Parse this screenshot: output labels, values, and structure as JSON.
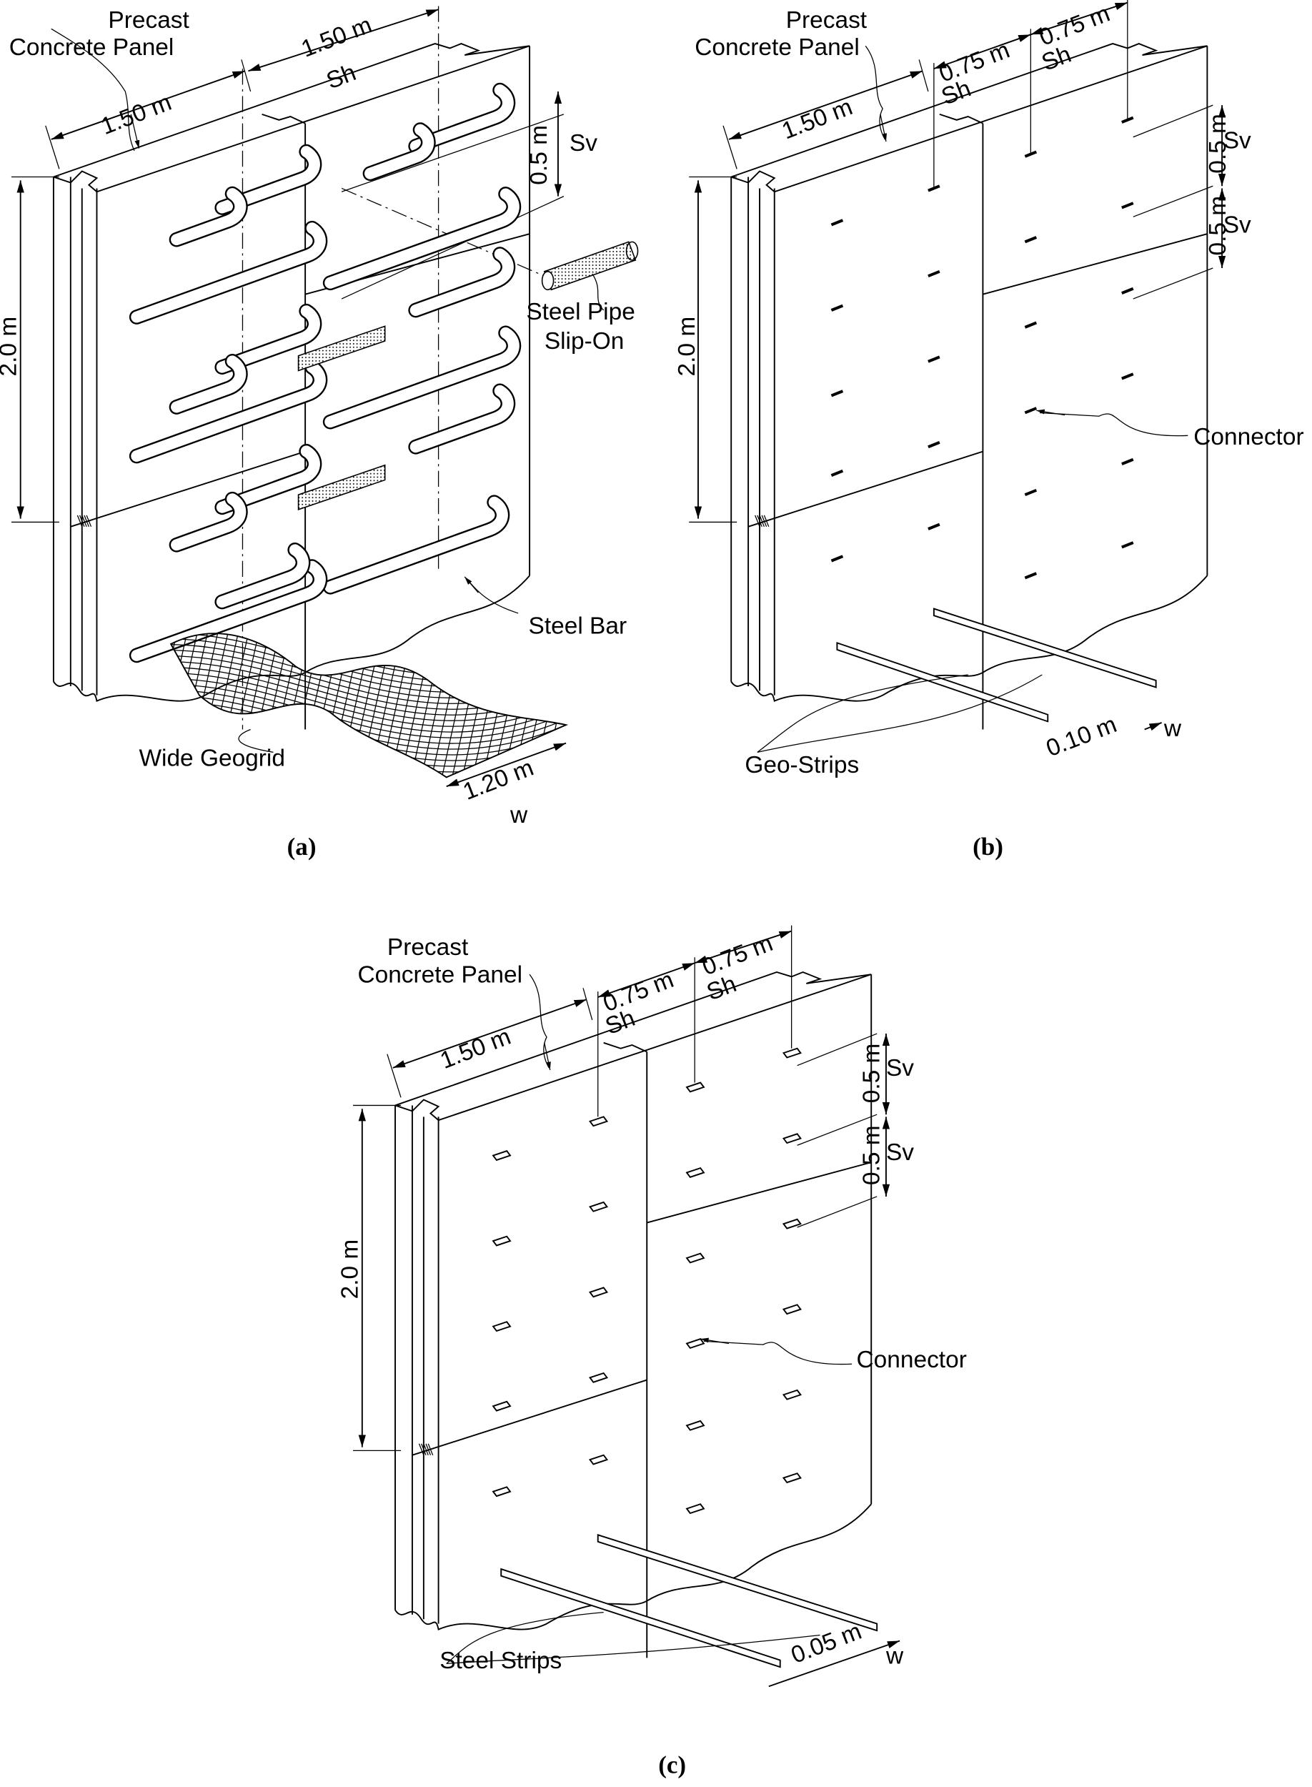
{
  "figures": {
    "a": {
      "caption": "(a)",
      "panel_label_1": "Precast",
      "panel_label_2": "Concrete Panel",
      "width_dim": "1.50 m",
      "sh_dim": "1.50 m",
      "sh_label": "Sh",
      "sv_dim": "0.5 m",
      "sv_label": "Sv",
      "height_dim": "2.0 m",
      "pipe_label_1": "Steel Pipe",
      "pipe_label_2": "Slip-On",
      "bar_label": "Steel Bar",
      "geogrid_label": "Wide Geogrid",
      "w_dim": "1.20 m",
      "w_label": "w"
    },
    "b": {
      "caption": "(b)",
      "panel_label_1": "Precast",
      "panel_label_2": "Concrete Panel",
      "width_dim": "1.50 m",
      "sh_dim_1": "0.75 m",
      "sh_label_1": "Sh",
      "sh_dim_2": "0.75 m",
      "sh_label_2": "Sh",
      "sv_dim_1": "0.5 m",
      "sv_label_1": "Sv",
      "sv_dim_2": "0.5 m",
      "sv_label_2": "Sv",
      "height_dim": "2.0 m",
      "connector_label": "Connector",
      "strip_label": "Geo-Strips",
      "w_dim": "0.10 m",
      "w_label": "w"
    },
    "c": {
      "caption": "(c)",
      "panel_label_1": "Precast",
      "panel_label_2": "Concrete Panel",
      "width_dim": "1.50 m",
      "sh_dim_1": "0.75 m",
      "sh_label_1": "Sh",
      "sh_dim_2": "0.75 m",
      "sh_label_2": "Sh",
      "sv_dim_1": "0.5 m",
      "sv_label_1": "Sv",
      "sv_dim_2": "0.5 m",
      "sv_label_2": "Sv",
      "height_dim": "2.0 m",
      "connector_label": "Connector",
      "strip_label": "Steel Strips",
      "w_dim": "0.05 m",
      "w_label": "w"
    }
  }
}
